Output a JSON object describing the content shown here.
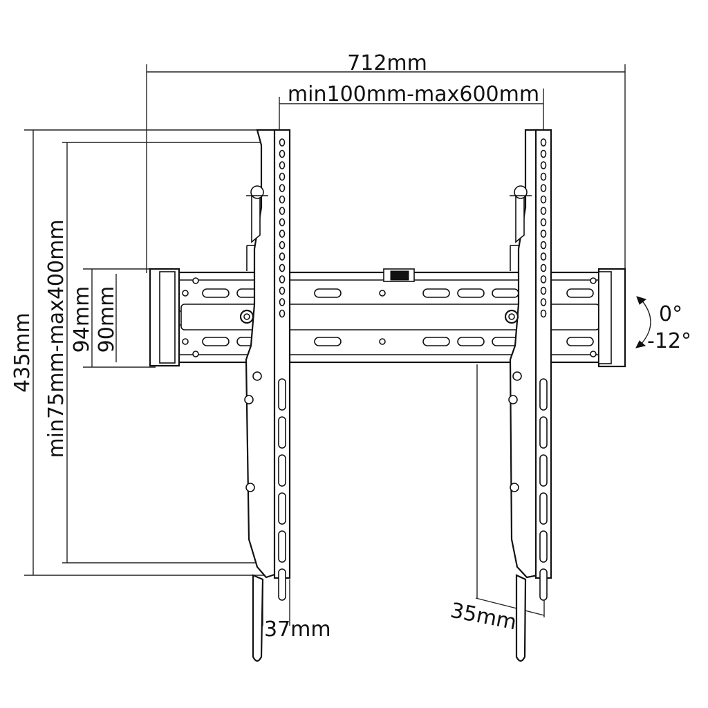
{
  "diagram": {
    "labels": {
      "overall_width": "712mm",
      "vesa_horizontal": "min100mm-max600mm",
      "overall_height": "435mm",
      "vesa_vertical": "min75mm-max400mm",
      "rail_height_outer": "94mm",
      "rail_height_inner": "90mm",
      "tilt_up": "0°",
      "tilt_down": "-12°",
      "bracket_depth": "37mm",
      "wall_depth": "35mm"
    },
    "colors": {
      "line": "#111111",
      "background": "#ffffff"
    }
  }
}
